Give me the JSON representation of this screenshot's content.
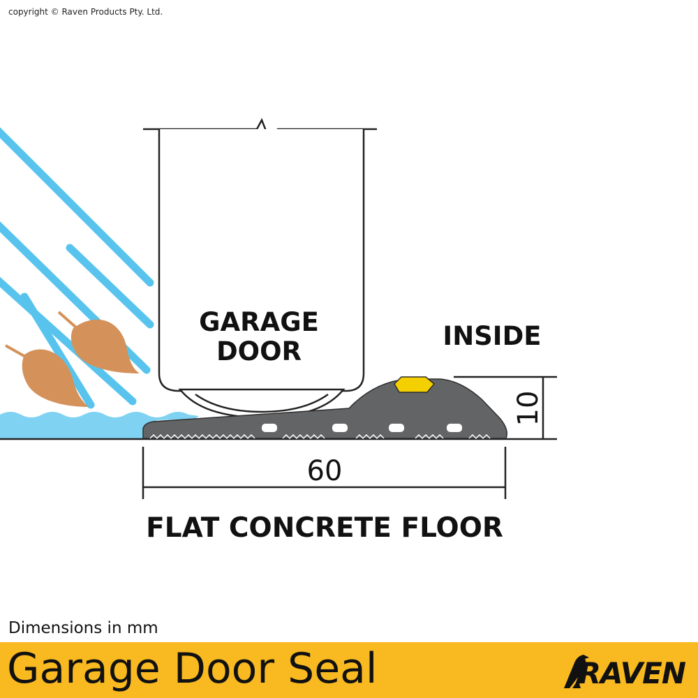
{
  "copyright": "copyright © Raven Products Pty. Ltd.",
  "labels": {
    "garage_door": "GARAGE DOOR",
    "inside": "INSIDE",
    "floor": "FLAT CONCRETE FLOOR"
  },
  "dimensions": {
    "width": "60",
    "height": "10",
    "note": "Dimensions in mm"
  },
  "footer": {
    "title": "Garage Door Seal",
    "logo": "RAVEN"
  },
  "colors": {
    "rain": "#58c4ee",
    "water": "#7fd2f2",
    "leaf": "#d4925a",
    "seal": "#636466",
    "seal_insert": "#f5d000",
    "title_bar": "#f9b920"
  }
}
